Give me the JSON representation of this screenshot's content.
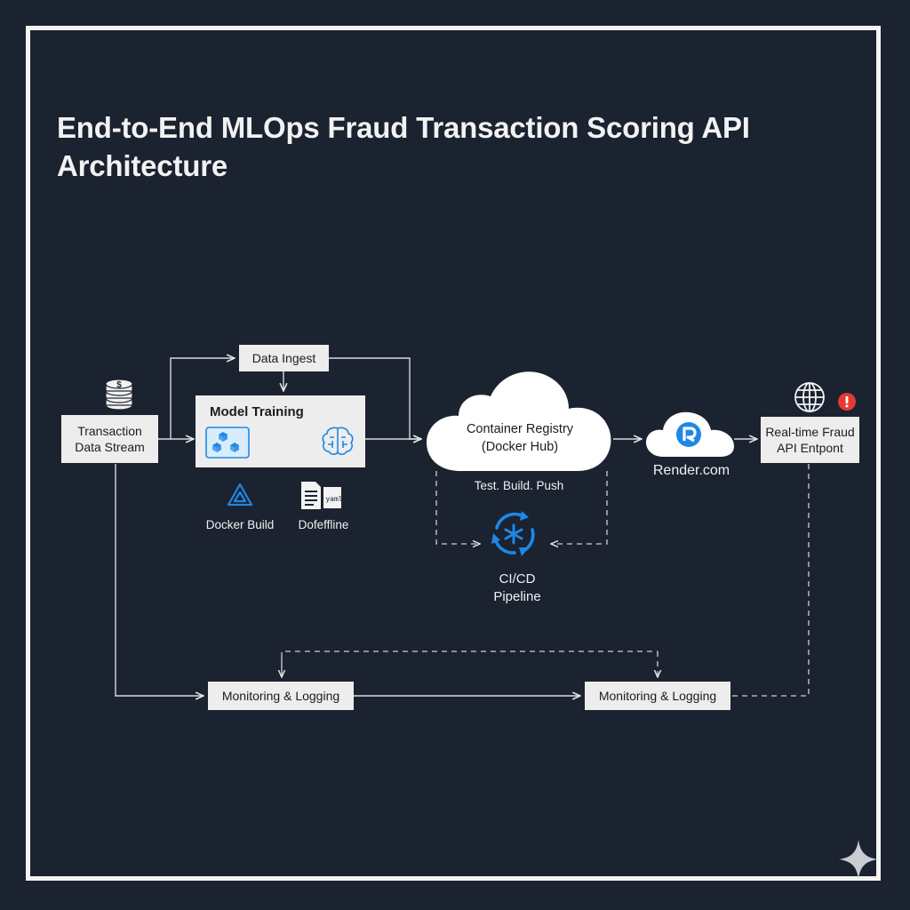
{
  "title": "End-to-End MLOps Fraud Transaction Scoring API Architecture",
  "nodes": {
    "transaction_stream": "Transaction\nData Stream",
    "data_ingest": "Data Ingest",
    "model_training": "Model Training",
    "container_registry": "Container Registry\n(Docker Hub)",
    "render": "Render.com",
    "api_endpoint": "Real-time Fraud\nAPI Entpont",
    "monitoring_left": "Monitoring & Logging",
    "monitoring_right": "Monitoring & Logging"
  },
  "labels": {
    "docker_build": "Docker Build",
    "dockerfile": "Dofeffline",
    "yaml_tag": "yaml",
    "test_build_push": "Test. Build. Push",
    "cicd": "CI/CD\nPipeline"
  },
  "colors": {
    "background": "#1b2230",
    "frame": "#f4f4f4",
    "box": "#ededed",
    "accent_blue": "#1e88e5",
    "alert_red": "#e53935"
  },
  "icons": [
    "coin-stack-icon",
    "gpu-icon",
    "brain-icon",
    "docker-build-icon",
    "file-icon",
    "render-logo-icon",
    "globe-icon",
    "alert-icon",
    "cicd-icon",
    "sparkle-icon"
  ]
}
